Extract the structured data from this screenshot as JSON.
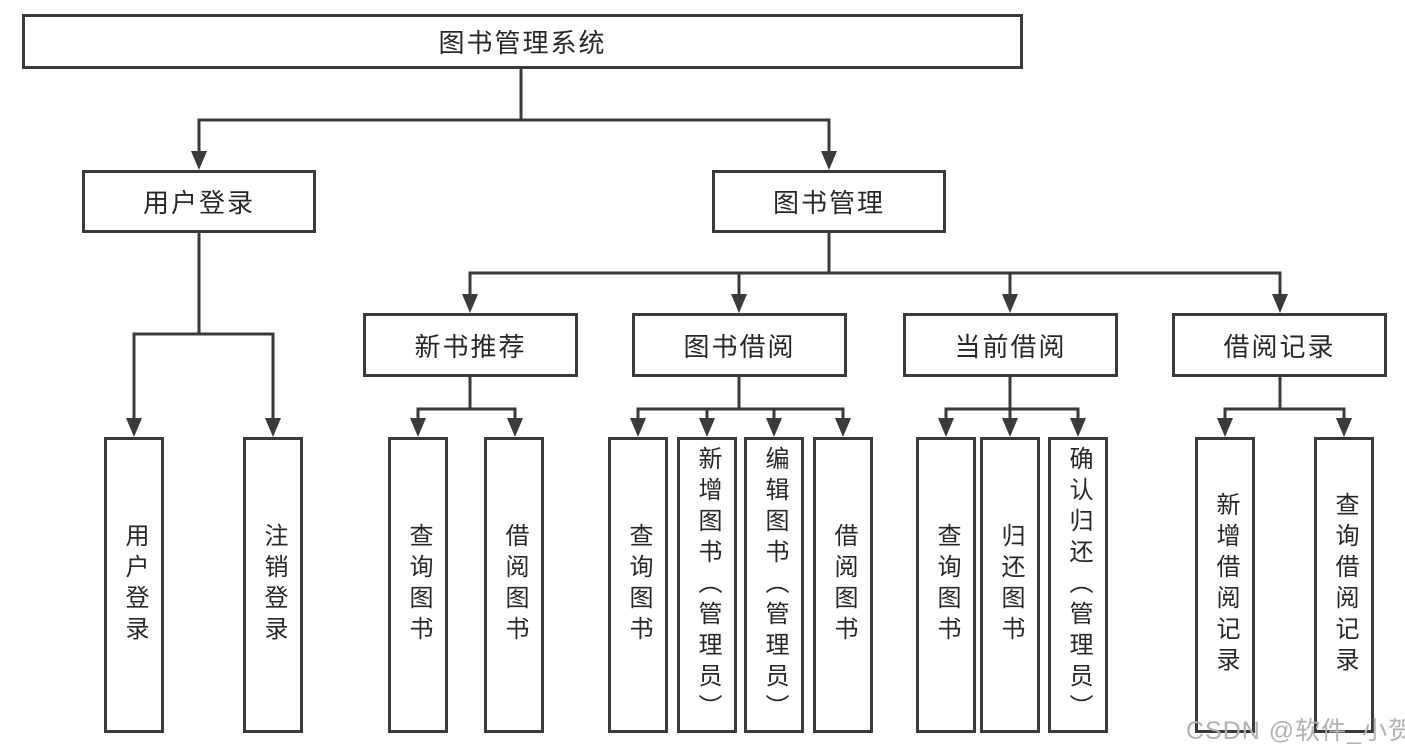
{
  "diagram": {
    "root": {
      "label": "图书管理系统"
    },
    "level2": [
      {
        "label": "用户登录",
        "leaves": [
          "用户登录",
          "注销登录"
        ]
      },
      {
        "label": "图书管理",
        "groups": [
          {
            "label": "新书推荐",
            "leaves": [
              "查询图书",
              "借阅图书"
            ]
          },
          {
            "label": "图书借阅",
            "leaves": [
              "查询图书",
              "新增图书（管理员）",
              "编辑图书（管理员）",
              "借阅图书"
            ]
          },
          {
            "label": "当前借阅",
            "leaves": [
              "查询图书",
              "归还图书",
              "确认归还（管理员）"
            ]
          },
          {
            "label": "借阅记录",
            "leaves": [
              "新增借阅记录",
              "查询借阅记录"
            ]
          }
        ]
      }
    ]
  },
  "watermark": {
    "text": "CSDN @软件_小贺同学"
  },
  "colors": {
    "line": "#3a3a3a",
    "text": "#28282c",
    "watermark": "#b2b2b2",
    "background": "#ffffff"
  }
}
